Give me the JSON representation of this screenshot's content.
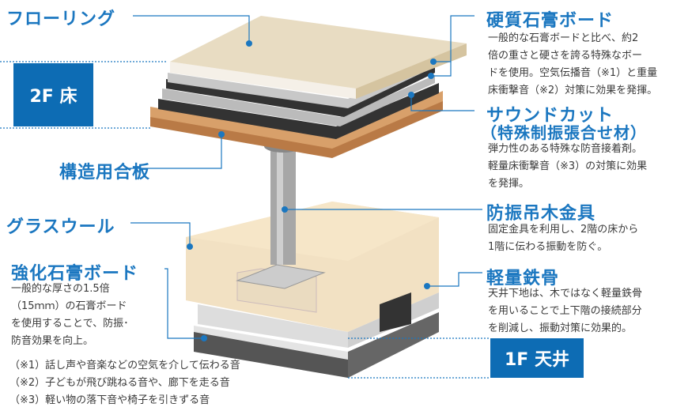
{
  "left": {
    "flooring": "フローリング",
    "floor_2f": "2F 床",
    "plywood": "構造用合板",
    "glasswool": "グラスウール",
    "reinforced_board": {
      "title": "強化石膏ボード",
      "lines": [
        "一般的な厚さの1.5倍",
        "（15ｍｍ）の石膏ボード",
        "を使用することで、防振･",
        "防音効果を向上。"
      ]
    },
    "notes": [
      "（※1）話し声や音楽などの空気を介して伝わる音",
      "（※2）子どもが飛び跳ねる音や、廊下を走る音",
      "（※3）軽い物の落下音や椅子を引きずる音"
    ]
  },
  "right": {
    "hard_board": {
      "title": "硬質石膏ボード",
      "lines": [
        "一般的な石膏ボードと比べ、約2",
        "倍の重さと硬さを誇る特殊なボー",
        "ドを使用。空気伝播音（※1）と重量",
        "床衝撃音（※2）対策に効果を発揮。"
      ]
    },
    "sound_cut": {
      "title": "サウンドカット",
      "subtitle": "（特殊制振張合せ材）",
      "lines": [
        "弾力性のある特殊な防音接着剤。",
        "軽量床衝撃音（※3）の対策に効果",
        "を発揮。"
      ]
    },
    "hanger": {
      "title": "防振吊木金具",
      "lines": [
        "固定金具を利用し、2階の床から",
        "1階に伝わる振動を防ぐ。"
      ]
    },
    "steel": {
      "title": "軽量鉄骨",
      "lines": [
        "天井下地は、木ではなく軽量鉄骨",
        "を用いることで上下階の接続部分",
        "を削減し、振動対策に効果的。"
      ]
    },
    "ceiling_1f": "1F 天井"
  },
  "colors": {
    "accent": "#1b77c0",
    "box": "#0d6cb4"
  }
}
